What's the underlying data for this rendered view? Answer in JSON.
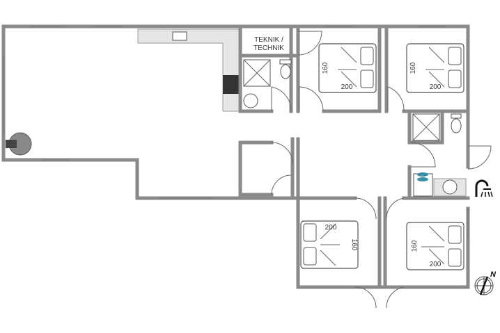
{
  "rooms": {
    "technical_room": {
      "label_line1": "TEKNIK /",
      "label_line2": "TECHNIK"
    }
  },
  "beds": [
    {
      "width": "160",
      "length": "200"
    },
    {
      "width": "160",
      "length": "200"
    },
    {
      "width": "160",
      "length": "200"
    },
    {
      "width": "160",
      "length": "200"
    }
  ],
  "compass": {
    "north_label": "N"
  },
  "icons": {
    "outdoor_shower": "shower-icon",
    "fireplace": "stove-icon",
    "cooktop": "cooktop-icon"
  },
  "colors": {
    "walls": "#8a8a8a",
    "counter": "#e6e6e6",
    "cooktop": "#333333"
  }
}
